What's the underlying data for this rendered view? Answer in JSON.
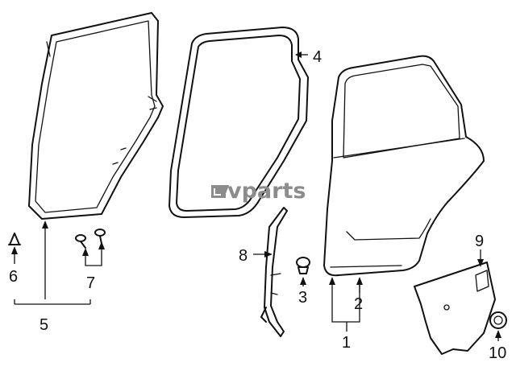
{
  "watermark": {
    "text": "vparts",
    "logo_icon": "lv-logo-icon",
    "color": "#8c8c8c"
  },
  "callouts": {
    "c1": "1",
    "c2": "2",
    "c3": "3",
    "c4": "4",
    "c5": "5",
    "c6": "6",
    "c7": "7",
    "c8": "8",
    "c9": "9",
    "c10": "10"
  },
  "colors": {
    "line": "#111111",
    "background": "#ffffff"
  }
}
